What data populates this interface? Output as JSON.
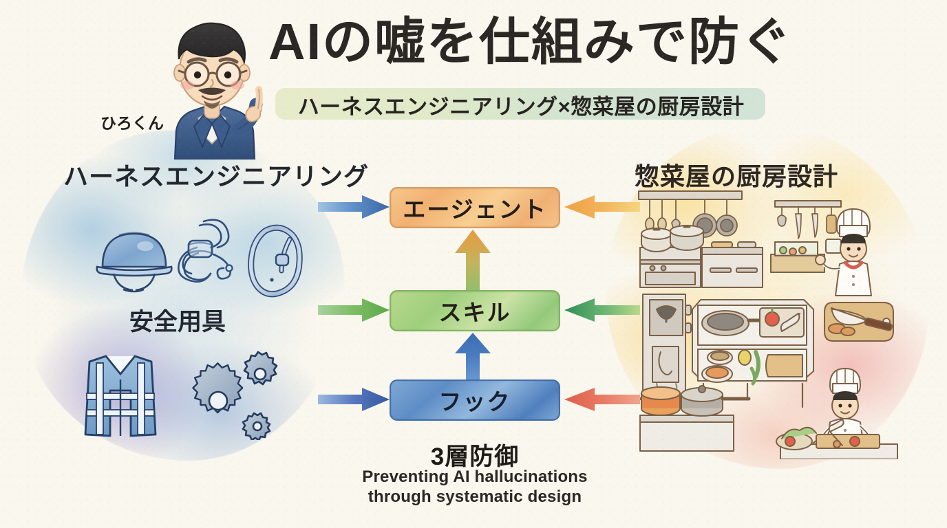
{
  "page": {
    "background_color": "#faf7ee",
    "title": "AIの嘘を仕組みで防ぐ",
    "subtitle": "ハーネスエンジニアリング×惣菜屋の厨房設計"
  },
  "character": {
    "name_label": "ひろくん",
    "description": "man-with-glasses-pointing-up"
  },
  "left_panel": {
    "heading": "ハーネスエンジニアリング",
    "sub_label": "安全用具",
    "accent_color": "#7aa8d0",
    "icons": [
      {
        "name": "safety-helmet-icon",
        "label": "safety-helmet"
      },
      {
        "name": "coiled-rope-icon",
        "label": "coiled-rope"
      },
      {
        "name": "carabiner-icon",
        "label": "carabiner"
      },
      {
        "name": "safety-vest-icon",
        "label": "safety-vest"
      },
      {
        "name": "gears-icon",
        "label": "gears"
      }
    ]
  },
  "right_panel": {
    "heading": "惣菜屋の厨房設計",
    "accent_color": "#f0c873",
    "icons": [
      {
        "name": "kitchen-stove-icon",
        "label": "stove-with-pots"
      },
      {
        "name": "hanging-utensils-icon",
        "label": "hanging-utensils"
      },
      {
        "name": "chef-standing-icon",
        "label": "chef-with-prep-tray"
      },
      {
        "name": "prep-table-icon",
        "label": "prep-table"
      },
      {
        "name": "cutting-board-knife-icon",
        "label": "cutting-board-and-knife"
      },
      {
        "name": "chef-chopping-icon",
        "label": "chef-chopping-vegetables"
      },
      {
        "name": "simmering-pots-icon",
        "label": "simmering-pots"
      }
    ]
  },
  "nodes": [
    {
      "id": "agent",
      "label": "エージェント",
      "color": "#f2b171",
      "border": "#d99b60"
    },
    {
      "id": "skill",
      "label": "スキル",
      "color": "#9ecf7c",
      "border": "#7fb45f"
    },
    {
      "id": "hook",
      "label": "フック",
      "color": "#5d8dc6",
      "border": "#3f6fae"
    }
  ],
  "arrows": {
    "left": [
      {
        "name": "arrow-left-to-agent",
        "direction": "right",
        "color": "#3f6fae"
      },
      {
        "name": "arrow-left-to-skill",
        "direction": "right",
        "color": "#6bb552"
      },
      {
        "name": "arrow-left-to-hook",
        "direction": "right",
        "color": "#3f6fae"
      }
    ],
    "right": [
      {
        "name": "arrow-right-to-agent",
        "direction": "left",
        "color": "#f0a340"
      },
      {
        "name": "arrow-right-to-skill",
        "direction": "left",
        "color": "#3f9e62"
      },
      {
        "name": "arrow-right-to-hook",
        "direction": "left",
        "color": "#e36a55"
      }
    ],
    "vertical": [
      {
        "name": "arrow-skill-to-agent",
        "direction": "up",
        "color_from": "#7fb45f",
        "color_to": "#e8963f"
      },
      {
        "name": "arrow-hook-to-skill",
        "direction": "up",
        "color_from": "#4f7fbe",
        "color_to": "#3f6fae"
      }
    ]
  },
  "caption": {
    "main": "3層防御",
    "english_line1": "Preventing AI hallucinations",
    "english_line2": "through systematic design"
  }
}
